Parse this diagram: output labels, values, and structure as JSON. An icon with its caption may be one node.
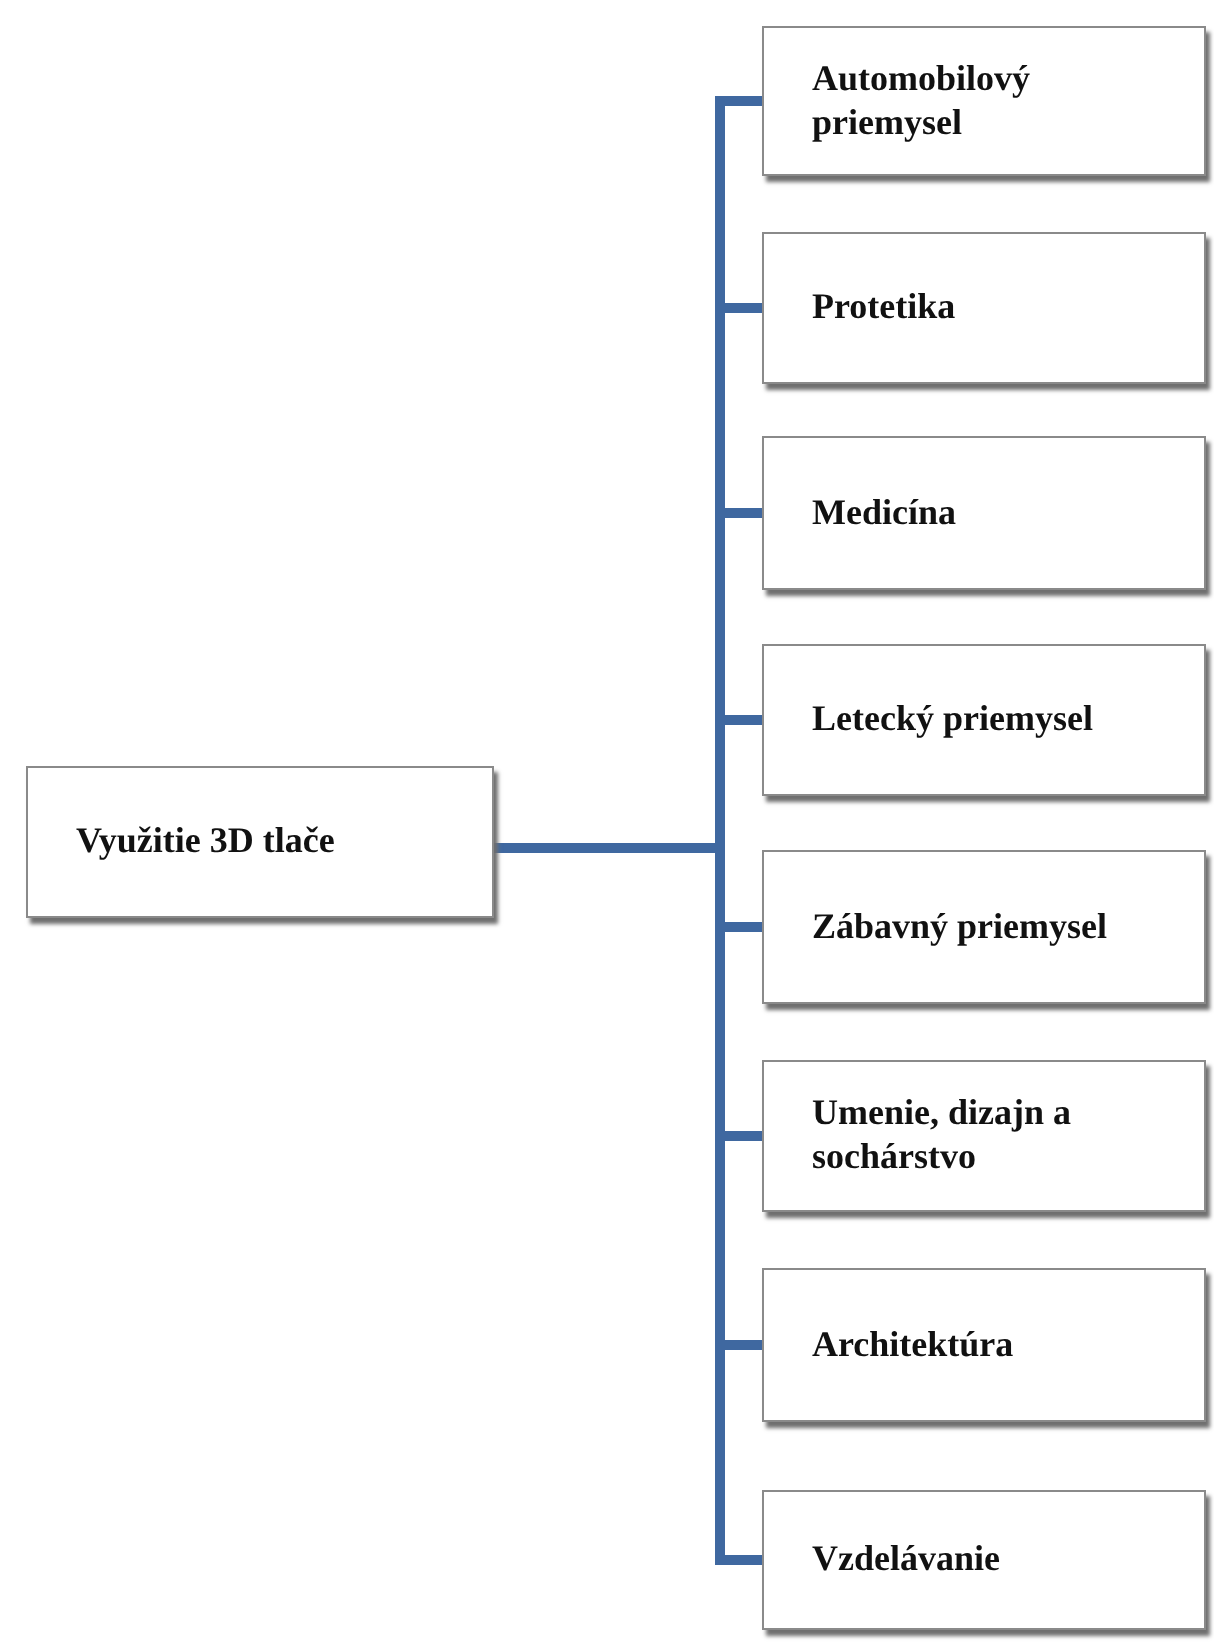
{
  "diagram": {
    "nodes": [
      {
        "text": [
          "Využitie 3D tlače"
        ]
      },
      {
        "text": [
          "Automobilový priemysel"
        ]
      },
      {
        "text": [
          "Protetika"
        ]
      },
      {
        "text": [
          "Medicína"
        ]
      },
      {
        "text": [
          "Letecký priemysel"
        ]
      },
      {
        "text": [
          "Zábavný priemysel"
        ]
      },
      {
        "text": [
          "Umenie, dizajn a sochárstvo"
        ]
      },
      {
        "text": [
          "Architektúra"
        ]
      },
      {
        "text": [
          "Vzdelávanie"
        ]
      }
    ],
    "edges": [
      {
        "from": 0,
        "to": 1,
        "arrow": "none"
      },
      {
        "from": 0,
        "to": 2,
        "arrow": "none"
      },
      {
        "from": 0,
        "to": 3,
        "arrow": "none"
      },
      {
        "from": 0,
        "to": 4,
        "arrow": "none"
      },
      {
        "from": 0,
        "to": 5,
        "arrow": "none"
      },
      {
        "from": 0,
        "to": 6,
        "arrow": "none"
      },
      {
        "from": 0,
        "to": 7,
        "arrow": "none"
      },
      {
        "from": 0,
        "to": 8,
        "arrow": "none"
      }
    ]
  }
}
